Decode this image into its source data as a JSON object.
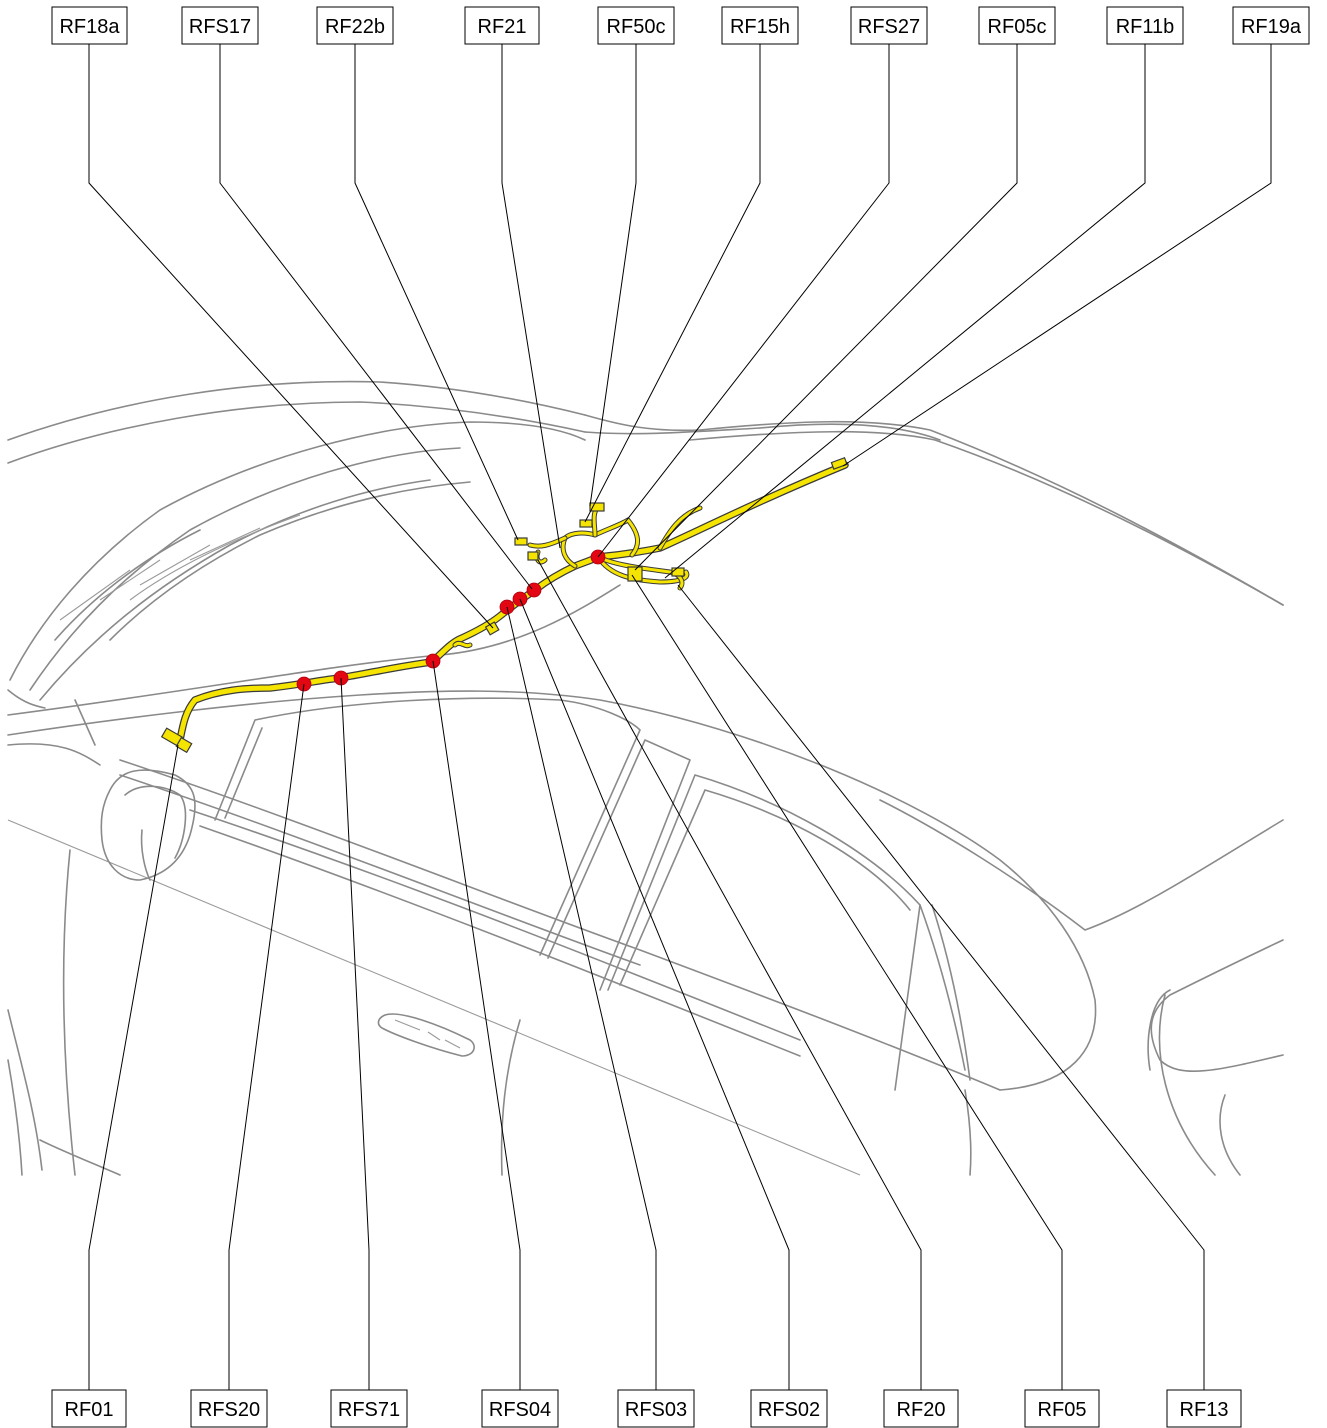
{
  "top_labels": [
    "RF18a",
    "RFS17",
    "RF22b",
    "RF21",
    "RF50c",
    "RF15h",
    "RFS27",
    "RF05c",
    "RF11b",
    "RF19a"
  ],
  "bottom_labels": [
    "RF01",
    "RFS20",
    "RFS71",
    "RFS04",
    "RFS03",
    "RFS02",
    "RF20",
    "RF05",
    "RF13"
  ],
  "colors": {
    "harness": "#f5e400",
    "splice": "#e30613",
    "vehicle_outline": "#8a8a8a",
    "leader": "#000000"
  }
}
